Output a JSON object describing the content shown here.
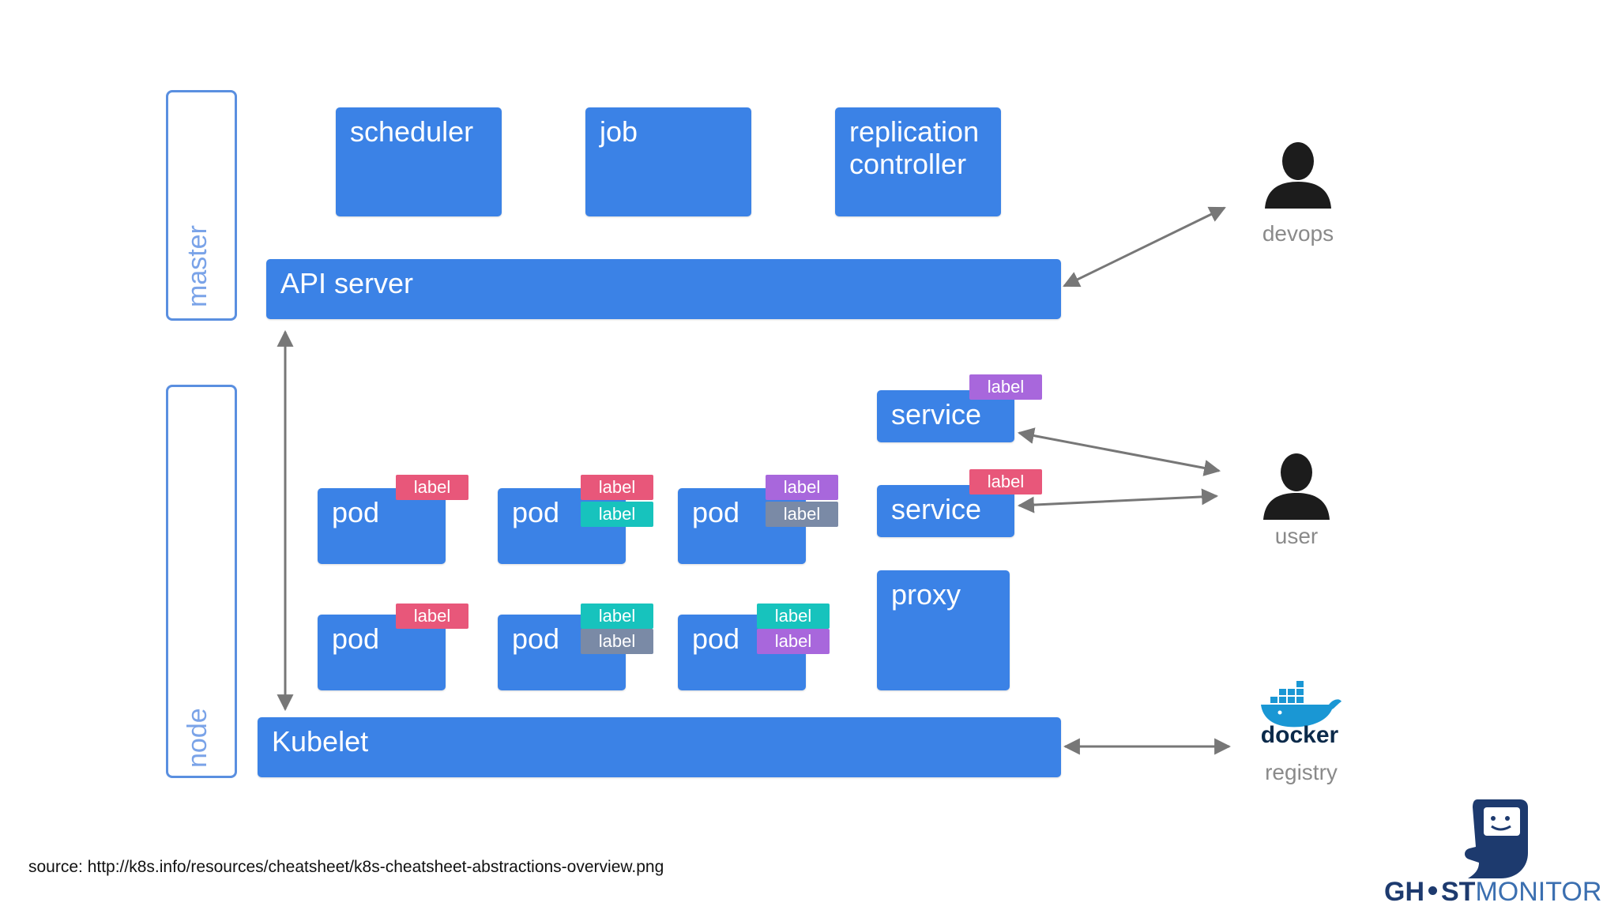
{
  "groups": {
    "master": "master",
    "node": "node"
  },
  "components": {
    "scheduler": "scheduler",
    "job": "job",
    "replication_controller_line1": "replication",
    "replication_controller_line2": "controller",
    "api_server": "API server",
    "kubelet": "Kubelet",
    "proxy": "proxy",
    "service": "service",
    "pod": "pod"
  },
  "label_text": "label",
  "colors": {
    "component": "#3b82e6",
    "label_pink": "#e8577a",
    "label_teal": "#17c3bd",
    "label_purple": "#a867dc",
    "label_gray": "#7a8aa6"
  },
  "actors": {
    "devops": "devops",
    "user": "user",
    "registry": "registry"
  },
  "docker_logo_text": "docker",
  "source": "source: http://k8s.info/resources/cheatsheet/k8s-cheatsheet-abstractions-overview.png",
  "brand": {
    "ghost": "GH",
    "st": "ST",
    "monitor": "MONITOR"
  },
  "icons": [
    "person-icon",
    "docker-whale-icon",
    "ghostmonitor-mascot-icon"
  ]
}
